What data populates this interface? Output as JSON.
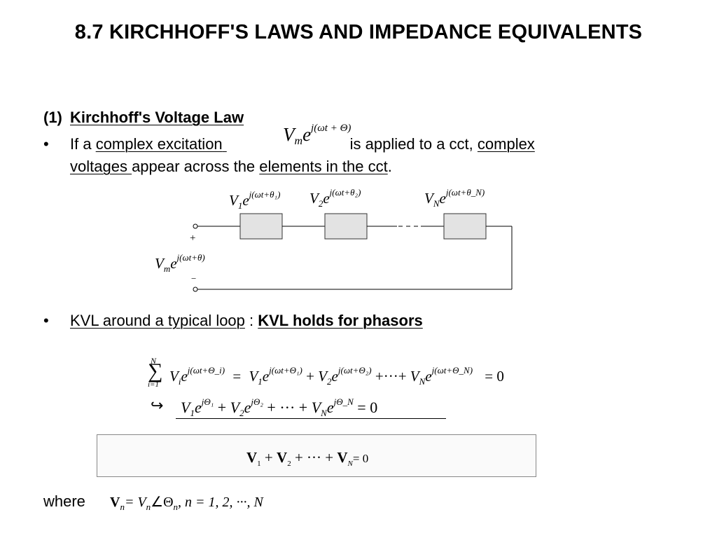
{
  "title": "8.7 KIRCHHOFF'S LAWS AND IMPEDANCE EQUIVALENTS",
  "section": {
    "number": "(1)",
    "heading": "Kirchhoff's Voltage Law"
  },
  "bullet1": {
    "marker": "•",
    "if_a": "If a ",
    "complex_excitation": "complex excitation",
    "is_applied": "is applied to a cct, ",
    "complex": "complex",
    "voltages": "voltages ",
    "appear": "appear across the ",
    "elements": "elements in the cct",
    "period": "."
  },
  "excitation_expr": {
    "coef": "V",
    "coef_sub": "m",
    "base": "e",
    "exponent": "j(ωt + Θ)"
  },
  "circuit": {
    "plus": "+",
    "minus": "−",
    "source_label": {
      "coef": "V",
      "sub": "m",
      "base": "e",
      "exponent": "j(ωt+θ)"
    },
    "element_labels": [
      {
        "coef": "V",
        "sub": "1",
        "base": "e",
        "exponent": "j(ωt+θ₁)"
      },
      {
        "coef": "V",
        "sub": "2",
        "base": "e",
        "exponent": "j(ωt+θ₂)"
      },
      {
        "coef": "V",
        "sub": "N",
        "base": "e",
        "exponent": "j(ωt+θ_N)"
      }
    ],
    "dashes": "- - -"
  },
  "bullet2": {
    "marker": "•",
    "kvl_loop": "KVL around a typical loop",
    "colon": " : ",
    "kvl_holds": "KVL holds for phasors"
  },
  "equation1": {
    "sum_top": "N",
    "sum_symbol": "∑",
    "sum_bottom": "i=1",
    "term_coef": "V",
    "term_sub": "i",
    "term_exp": "j(ωt+Θ_i)",
    "eq": "=",
    "rhs": [
      {
        "coef": "V",
        "sub": "1",
        "exp": "j(ωt+Θ₁)"
      },
      {
        "coef": "V",
        "sub": "2",
        "exp": "j(ωt+Θ₂)"
      },
      {
        "coef": "V",
        "sub": "N",
        "exp": "j(ωt+Θ_N)"
      }
    ],
    "dots": "+···+",
    "equals_zero": "= 0"
  },
  "equation2": {
    "arrow": "↪",
    "terms": [
      {
        "coef": "V",
        "sub": "1",
        "exp": "jΘ₁"
      },
      {
        "coef": "V",
        "sub": "2",
        "exp": "jΘ₂"
      },
      {
        "coef": "V",
        "sub": "N",
        "exp": "jΘ_N"
      }
    ],
    "dots": "+  ···  +",
    "equals_zero": "= 0"
  },
  "boxed_equation": {
    "terms": [
      "V",
      "V",
      "V"
    ],
    "subs": [
      "1",
      "2",
      "N"
    ],
    "dots": "+  ···  +",
    "equals_zero": "= 0"
  },
  "where": {
    "label": "where",
    "lhs": "V",
    "lhs_sub": "n",
    "rhs": "= V",
    "rhs_sub": "n",
    "angle": "∠Θ",
    "angle_sub": "n",
    "range": ",    n = 1, 2, ···, N"
  }
}
